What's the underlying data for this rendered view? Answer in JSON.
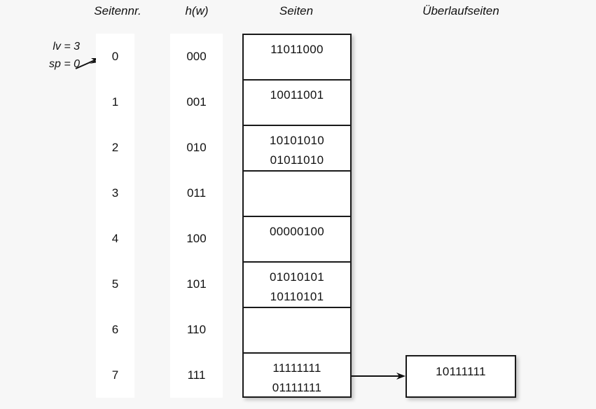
{
  "background_color": "#f7f7f7",
  "ink_color": "#111111",
  "headers": {
    "seitennr": "Seitennr.",
    "hw": "h(w)",
    "seiten": "Seiten",
    "ueberlaufseiten": "Überlaufseiten"
  },
  "annotation": {
    "lv": "lv = 3",
    "sp": "sp = 0",
    "arrow_icon": "arrow-up-right-icon"
  },
  "rows": [
    {
      "seitennr": "0",
      "hw": "000",
      "entries": [
        "11011000"
      ]
    },
    {
      "seitennr": "1",
      "hw": "001",
      "entries": [
        "10011001"
      ]
    },
    {
      "seitennr": "2",
      "hw": "010",
      "entries": [
        "10101010",
        "01011010"
      ]
    },
    {
      "seitennr": "3",
      "hw": "011",
      "entries": []
    },
    {
      "seitennr": "4",
      "hw": "100",
      "entries": [
        "00000100"
      ]
    },
    {
      "seitennr": "5",
      "hw": "101",
      "entries": [
        "01010101",
        "10110101"
      ]
    },
    {
      "seitennr": "6",
      "hw": "110",
      "entries": []
    },
    {
      "seitennr": "7",
      "hw": "111",
      "entries": [
        "11111111",
        "01111111"
      ]
    }
  ],
  "overflow": {
    "entries": [
      "10111111"
    ],
    "arrow_icon": "arrow-right-icon",
    "source_row": "7"
  }
}
